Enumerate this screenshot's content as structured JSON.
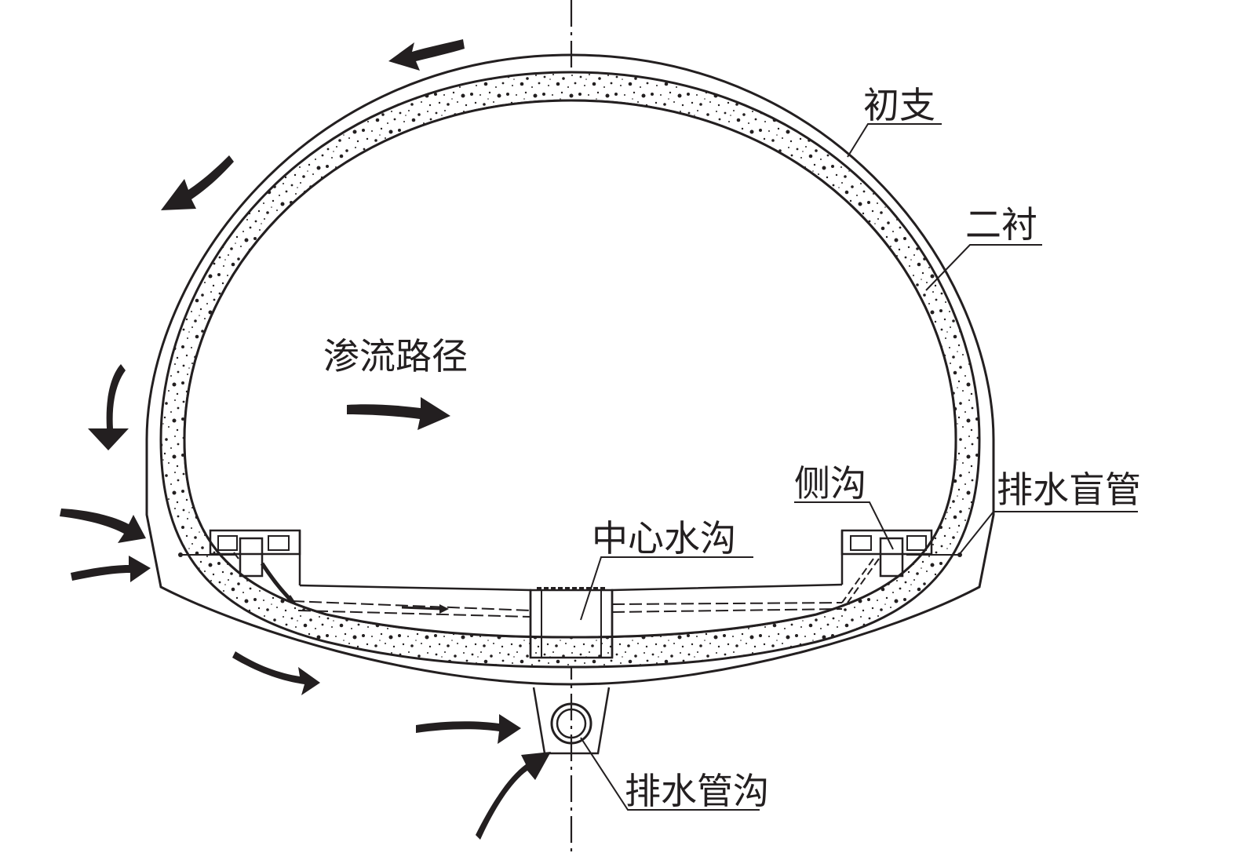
{
  "labels": {
    "primary_support": "初支",
    "secondary_lining": "二衬",
    "seepage_path": "渗流路径",
    "side_ditch": "侧沟",
    "drain_blind_pipe": "排水盲管",
    "center_ditch": "中心水沟",
    "drain_pipe_trench": "排水管沟"
  },
  "colors": {
    "ink": "#231f20",
    "background": "#ffffff"
  },
  "icons": {
    "seepage_arrow": "curved-arrow-icon",
    "drain_pipe": "circle-pipe-icon"
  }
}
